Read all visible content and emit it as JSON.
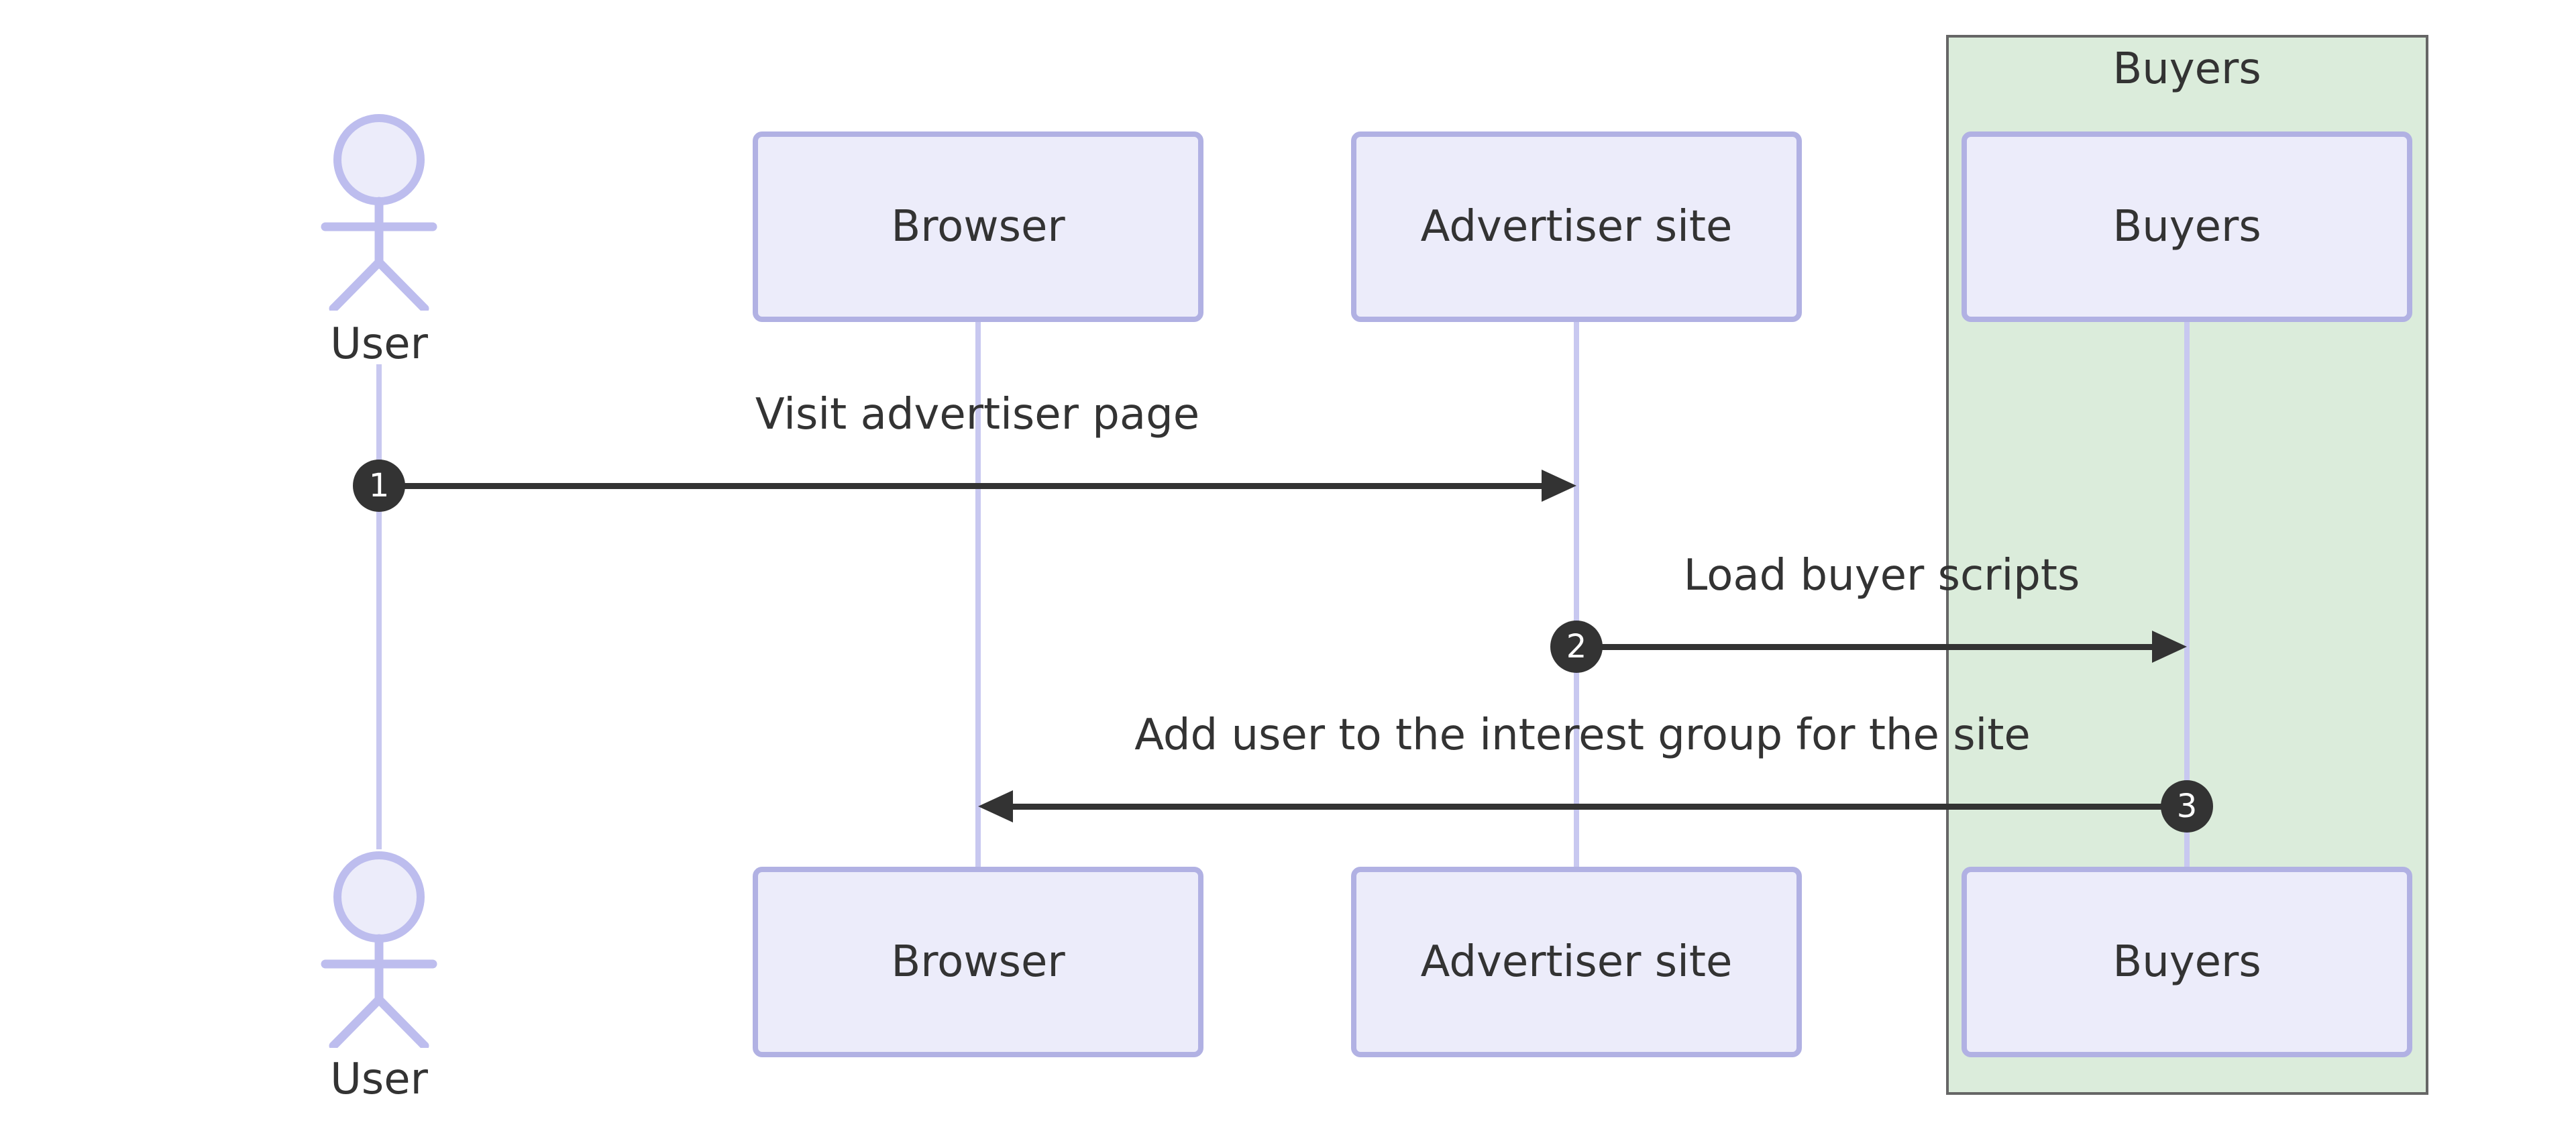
{
  "diagram": {
    "type": "sequence-diagram",
    "background": "#ffffff",
    "colors": {
      "actor_fill": "#ECECFA",
      "actor_border": "#b1b1e3",
      "lifeline": "#c8c8f0",
      "figure_stroke": "#bdbdee",
      "signal": "#333333",
      "text": "#333333",
      "badge_fill": "#333333",
      "badge_text": "#ffffff",
      "group_fill": "#dbecdb",
      "group_border": "#666666"
    },
    "group": {
      "label": "Buyers"
    },
    "actors": [
      {
        "id": "user",
        "label": "User",
        "type": "actor"
      },
      {
        "id": "browser",
        "label": "Browser",
        "type": "participant"
      },
      {
        "id": "advertiser",
        "label": "Advertiser site",
        "type": "participant"
      },
      {
        "id": "buyers",
        "label": "Buyers",
        "type": "participant",
        "group": "Buyers"
      }
    ],
    "messages": [
      {
        "seq": "1",
        "label": "Visit advertiser page",
        "from": "User",
        "to": "Advertiser site",
        "direction": "right"
      },
      {
        "seq": "2",
        "label": "Load buyer scripts",
        "from": "Advertiser site",
        "to": "Buyers",
        "direction": "right"
      },
      {
        "seq": "3",
        "label": "Add user to the interest group for the site",
        "from": "Buyers",
        "to": "Browser",
        "direction": "left"
      }
    ]
  }
}
